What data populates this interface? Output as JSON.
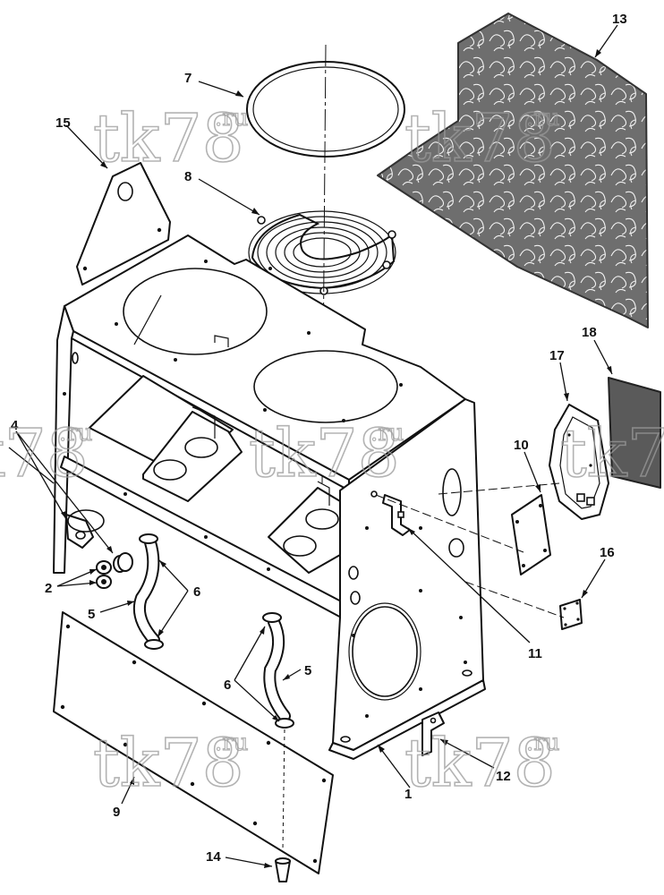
{
  "diagram": {
    "callouts": [
      {
        "id": "c1",
        "label": "1"
      },
      {
        "id": "c2",
        "label": "2"
      },
      {
        "id": "c4",
        "label": "4"
      },
      {
        "id": "c5a",
        "label": "5"
      },
      {
        "id": "c5b",
        "label": "5"
      },
      {
        "id": "c6a",
        "label": "6"
      },
      {
        "id": "c6b",
        "label": "6"
      },
      {
        "id": "c7",
        "label": "7"
      },
      {
        "id": "c8",
        "label": "8"
      },
      {
        "id": "c9",
        "label": "9"
      },
      {
        "id": "c10",
        "label": "10"
      },
      {
        "id": "c11",
        "label": "11"
      },
      {
        "id": "c12",
        "label": "12"
      },
      {
        "id": "c13",
        "label": "13"
      },
      {
        "id": "c14",
        "label": "14"
      },
      {
        "id": "c15",
        "label": "15"
      },
      {
        "id": "c16",
        "label": "16"
      },
      {
        "id": "c17",
        "label": "17"
      },
      {
        "id": "c18",
        "label": "18"
      }
    ],
    "watermark": {
      "main": "tk78",
      "suffix": ".ru"
    },
    "colors": {
      "line": "#111111",
      "insulation": "#6e6e6e",
      "pad": "#5a5a5a",
      "watermark": "#9a9a9a"
    }
  }
}
